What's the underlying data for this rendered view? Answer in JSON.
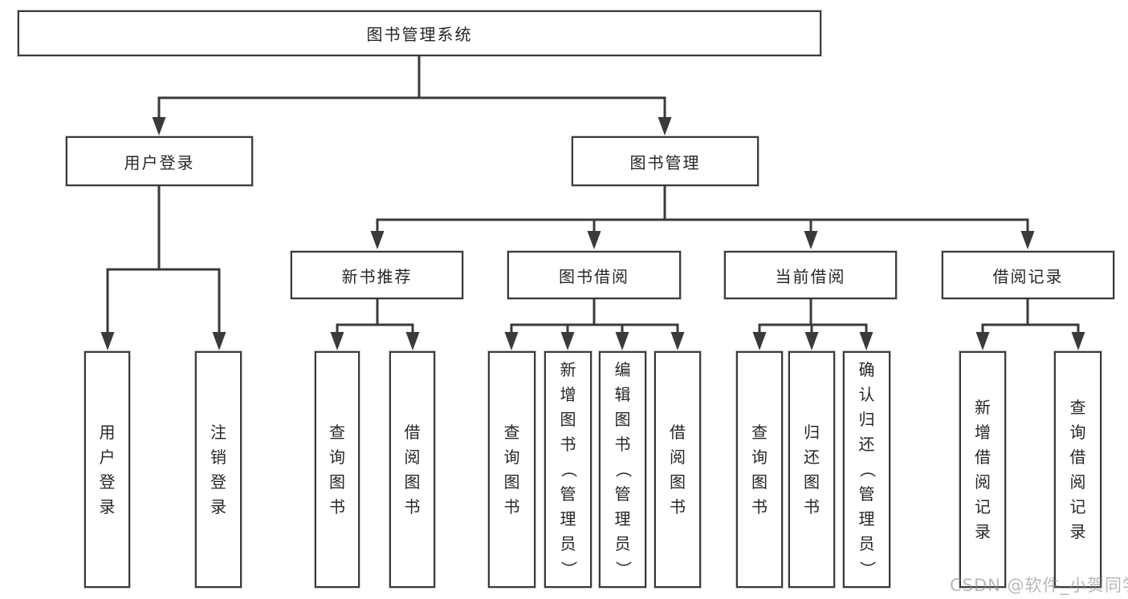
{
  "diagram": {
    "root": {
      "label": "图书管理系统"
    },
    "level2": [
      {
        "label": "用户登录"
      },
      {
        "label": "图书管理"
      }
    ],
    "level3": [
      {
        "label": "新书推荐"
      },
      {
        "label": "图书借阅"
      },
      {
        "label": "当前借阅"
      },
      {
        "label": "借阅记录"
      }
    ],
    "leaves": {
      "user_login": [
        "用户登录",
        "注销登录"
      ],
      "new_book": [
        "查询图书",
        "借阅图书"
      ],
      "book_borrow": [
        "查询图书",
        "新增图书（管理员）",
        "编辑图书（管理员）",
        "借阅图书"
      ],
      "current_borrow": [
        "查询图书",
        "归还图书",
        "确认归还（管理员）"
      ],
      "borrow_records": [
        "新增借阅记录",
        "查询借阅记录"
      ]
    },
    "line_color": "#3a3a3a"
  },
  "watermark": {
    "text": "CSDN @软件_小贺同学"
  }
}
